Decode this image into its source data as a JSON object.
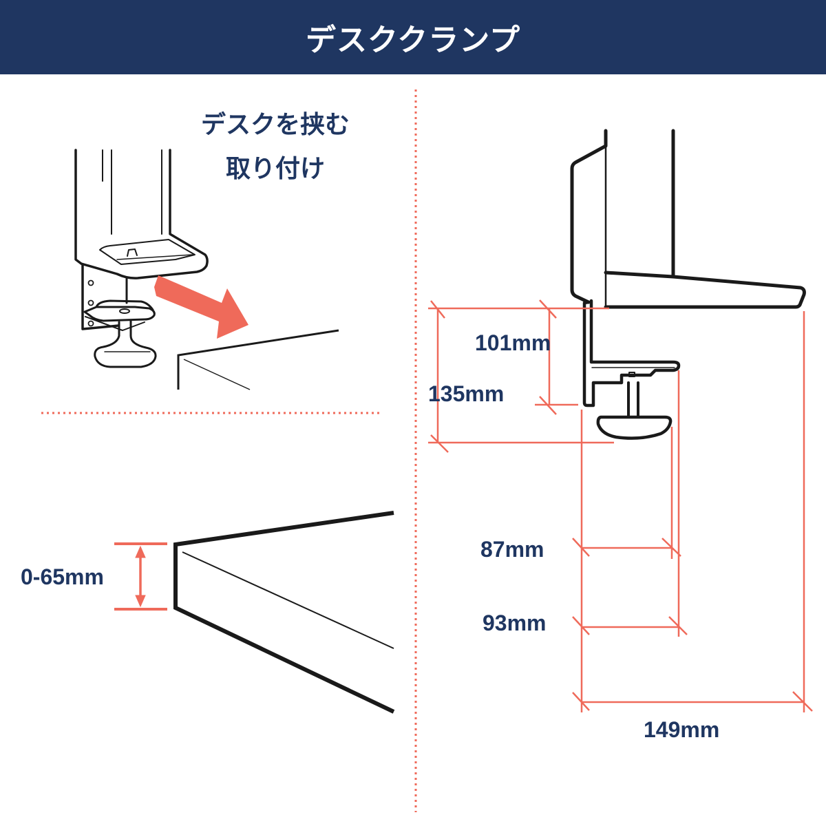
{
  "header": {
    "title": "デスククランプ",
    "background_color": "#1f3661"
  },
  "left_panel": {
    "subtitle_line1": "デスクを挟む",
    "subtitle_line2": "取り付け",
    "arrow_icon": "arrow-down-right-icon",
    "desk_thickness_label": "0-65mm"
  },
  "right_panel": {
    "dimensions": {
      "clamp_inner_height": "101mm",
      "clamp_total_height": "135mm",
      "knob_reach": "87mm",
      "plate_reach": "93mm",
      "total_depth": "149mm"
    }
  },
  "colors": {
    "text": "#1f3661",
    "accent": "#ef6a5a",
    "line": "#1a1a1a",
    "divider": "#ef6a5a"
  }
}
